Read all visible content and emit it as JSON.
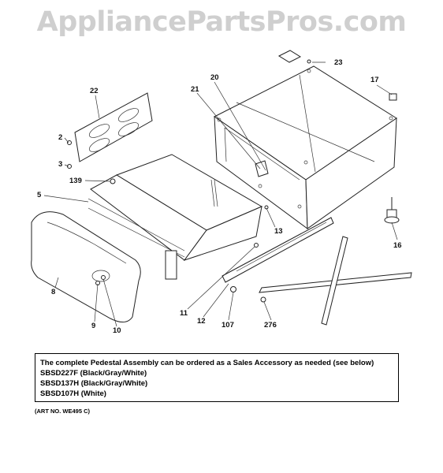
{
  "watermark": "AppliancePartsPros.com",
  "callouts": [
    {
      "id": "23",
      "label": "23"
    },
    {
      "id": "17",
      "label": "17"
    },
    {
      "id": "20",
      "label": "20"
    },
    {
      "id": "21",
      "label": "21"
    },
    {
      "id": "22",
      "label": "22"
    },
    {
      "id": "2",
      "label": "2"
    },
    {
      "id": "3",
      "label": "3"
    },
    {
      "id": "139",
      "label": "139"
    },
    {
      "id": "5",
      "label": "5"
    },
    {
      "id": "13",
      "label": "13"
    },
    {
      "id": "16",
      "label": "16"
    },
    {
      "id": "8",
      "label": "8"
    },
    {
      "id": "9",
      "label": "9"
    },
    {
      "id": "10",
      "label": "10"
    },
    {
      "id": "11",
      "label": "11"
    },
    {
      "id": "12",
      "label": "12"
    },
    {
      "id": "107",
      "label": "107"
    },
    {
      "id": "276",
      "label": "276"
    }
  ],
  "note": {
    "line1": "The complete Pedestal Assembly can be ordered as a Sales Accessory as needed (see below)",
    "line2": "SBSD227F (Black/Gray/White)",
    "line3": "SBSD137H (Black/Gray/White)",
    "line4": "SBSD107H (White)"
  },
  "art_number": "(ART NO. WE495 C)"
}
